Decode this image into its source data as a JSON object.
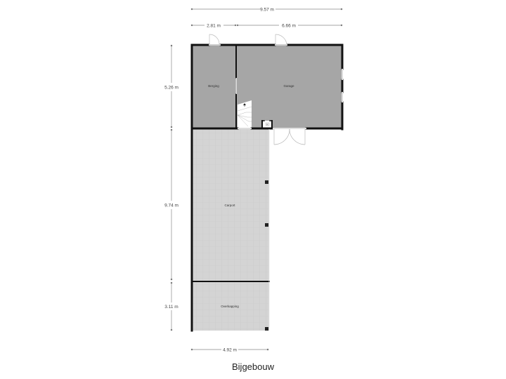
{
  "title": "Bijgebouw",
  "dimensions": {
    "total_width": "9.57 m",
    "berging_width": "2.81 m",
    "garage_width": "6.66 m",
    "top_height": "5.26 m",
    "carport_height": "9.74 m",
    "overkapping_height": "3.11 m",
    "bottom_width": "4.92 m"
  },
  "rooms": [
    {
      "name": "Berging",
      "fill": "#a6a6a6"
    },
    {
      "name": "Garage",
      "fill": "#a6a6a6"
    },
    {
      "name": "Carport",
      "fill": "#d4d4d4"
    },
    {
      "name": "Overkapping",
      "fill": "#d4d4d4"
    }
  ],
  "colors": {
    "wall": "#111111",
    "dark_floor": "#a6a6a6",
    "light_floor": "#d4d4d4",
    "dimension_line": "#888888"
  },
  "symbols": {
    "stairs": "stairs-icon",
    "meter_box": "K"
  }
}
